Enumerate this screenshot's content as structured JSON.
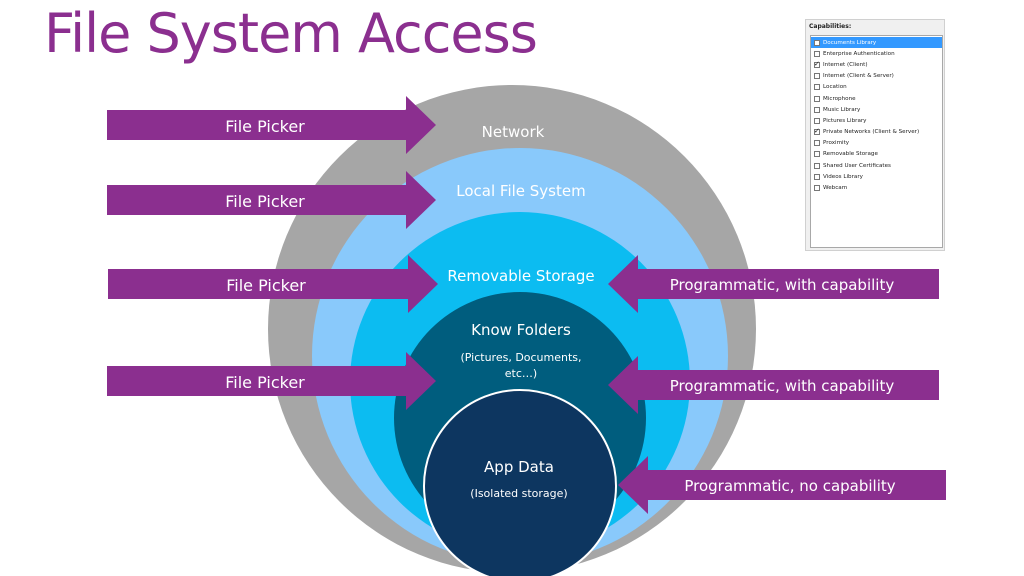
{
  "title": "File System Access",
  "layers": [
    {
      "id": "network",
      "label": "Network",
      "color": "#a6a6a6",
      "text_color": "#ffffff"
    },
    {
      "id": "local-file-system",
      "label": "Local File System",
      "color": "#89c9fb",
      "text_color": "#ffffff"
    },
    {
      "id": "removable-storage",
      "label": "Removable Storage",
      "color": "#0cbcf1",
      "text_color": "#ffffff"
    },
    {
      "id": "known-folders",
      "label": "Know Folders",
      "sublabel": "(Pictures, Documents,",
      "sublabel2": "etc…)",
      "color": "#005d7e",
      "text_color": "#ffffff"
    },
    {
      "id": "app-data",
      "label": "App Data",
      "sublabel": "(Isolated storage)",
      "color": "#0d3660",
      "text_color": "#ffffff"
    }
  ],
  "left_arrows": [
    {
      "label": "File Picker",
      "target": "network"
    },
    {
      "label": "File Picker",
      "target": "local-file-system"
    },
    {
      "label": "File Picker",
      "target": "removable-storage"
    },
    {
      "label": "File Picker",
      "target": "known-folders"
    }
  ],
  "right_arrows": [
    {
      "label": "Programmatic, with capability",
      "target": "removable-storage"
    },
    {
      "label": "Programmatic, with capability",
      "target": "known-folders"
    },
    {
      "label": "Programmatic, no capability",
      "target": "app-data"
    }
  ],
  "colors": {
    "accent": "#8b2f8f",
    "arrow": "#8b2f8f"
  },
  "capabilities": {
    "title": "Capabilities:",
    "items": [
      {
        "label": "Documents Library",
        "checked": false,
        "selected": true
      },
      {
        "label": "Enterprise Authentication",
        "checked": false,
        "selected": false
      },
      {
        "label": "Internet (Client)",
        "checked": true,
        "selected": false
      },
      {
        "label": "Internet (Client & Server)",
        "checked": false,
        "selected": false
      },
      {
        "label": "Location",
        "checked": false,
        "selected": false
      },
      {
        "label": "Microphone",
        "checked": false,
        "selected": false
      },
      {
        "label": "Music Library",
        "checked": false,
        "selected": false
      },
      {
        "label": "Pictures Library",
        "checked": false,
        "selected": false
      },
      {
        "label": "Private Networks (Client & Server)",
        "checked": true,
        "selected": false
      },
      {
        "label": "Proximity",
        "checked": false,
        "selected": false
      },
      {
        "label": "Removable Storage",
        "checked": false,
        "selected": false
      },
      {
        "label": "Shared User Certificates",
        "checked": false,
        "selected": false
      },
      {
        "label": "Videos Library",
        "checked": false,
        "selected": false
      },
      {
        "label": "Webcam",
        "checked": false,
        "selected": false
      }
    ]
  }
}
